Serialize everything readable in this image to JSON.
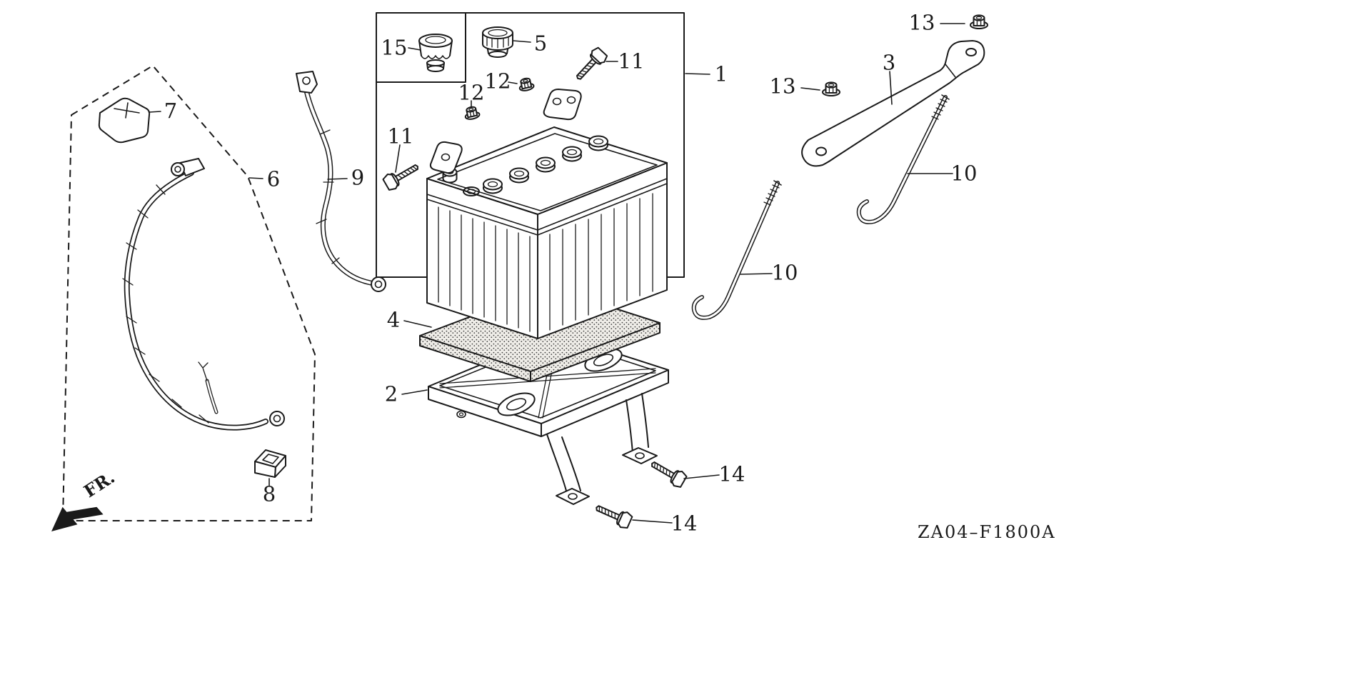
{
  "diagram": {
    "code": "ZA04–F1800A",
    "fr": "FR."
  },
  "labels": {
    "n1": {
      "text": "1"
    },
    "n2": {
      "text": "2"
    },
    "n3": {
      "text": "3"
    },
    "n4": {
      "text": "4"
    },
    "n5": {
      "text": "5"
    },
    "n6": {
      "text": "6"
    },
    "n7": {
      "text": "7"
    },
    "n8": {
      "text": "8"
    },
    "n9": {
      "text": "9"
    },
    "n10a": {
      "text": "10"
    },
    "n10b": {
      "text": "10"
    },
    "n11a": {
      "text": "11"
    },
    "n11b": {
      "text": "11"
    },
    "n12a": {
      "text": "12"
    },
    "n12b": {
      "text": "12"
    },
    "n13a": {
      "text": "13"
    },
    "n13b": {
      "text": "13"
    },
    "n14a": {
      "text": "14"
    },
    "n14b": {
      "text": "14"
    },
    "n15": {
      "text": "15"
    }
  }
}
